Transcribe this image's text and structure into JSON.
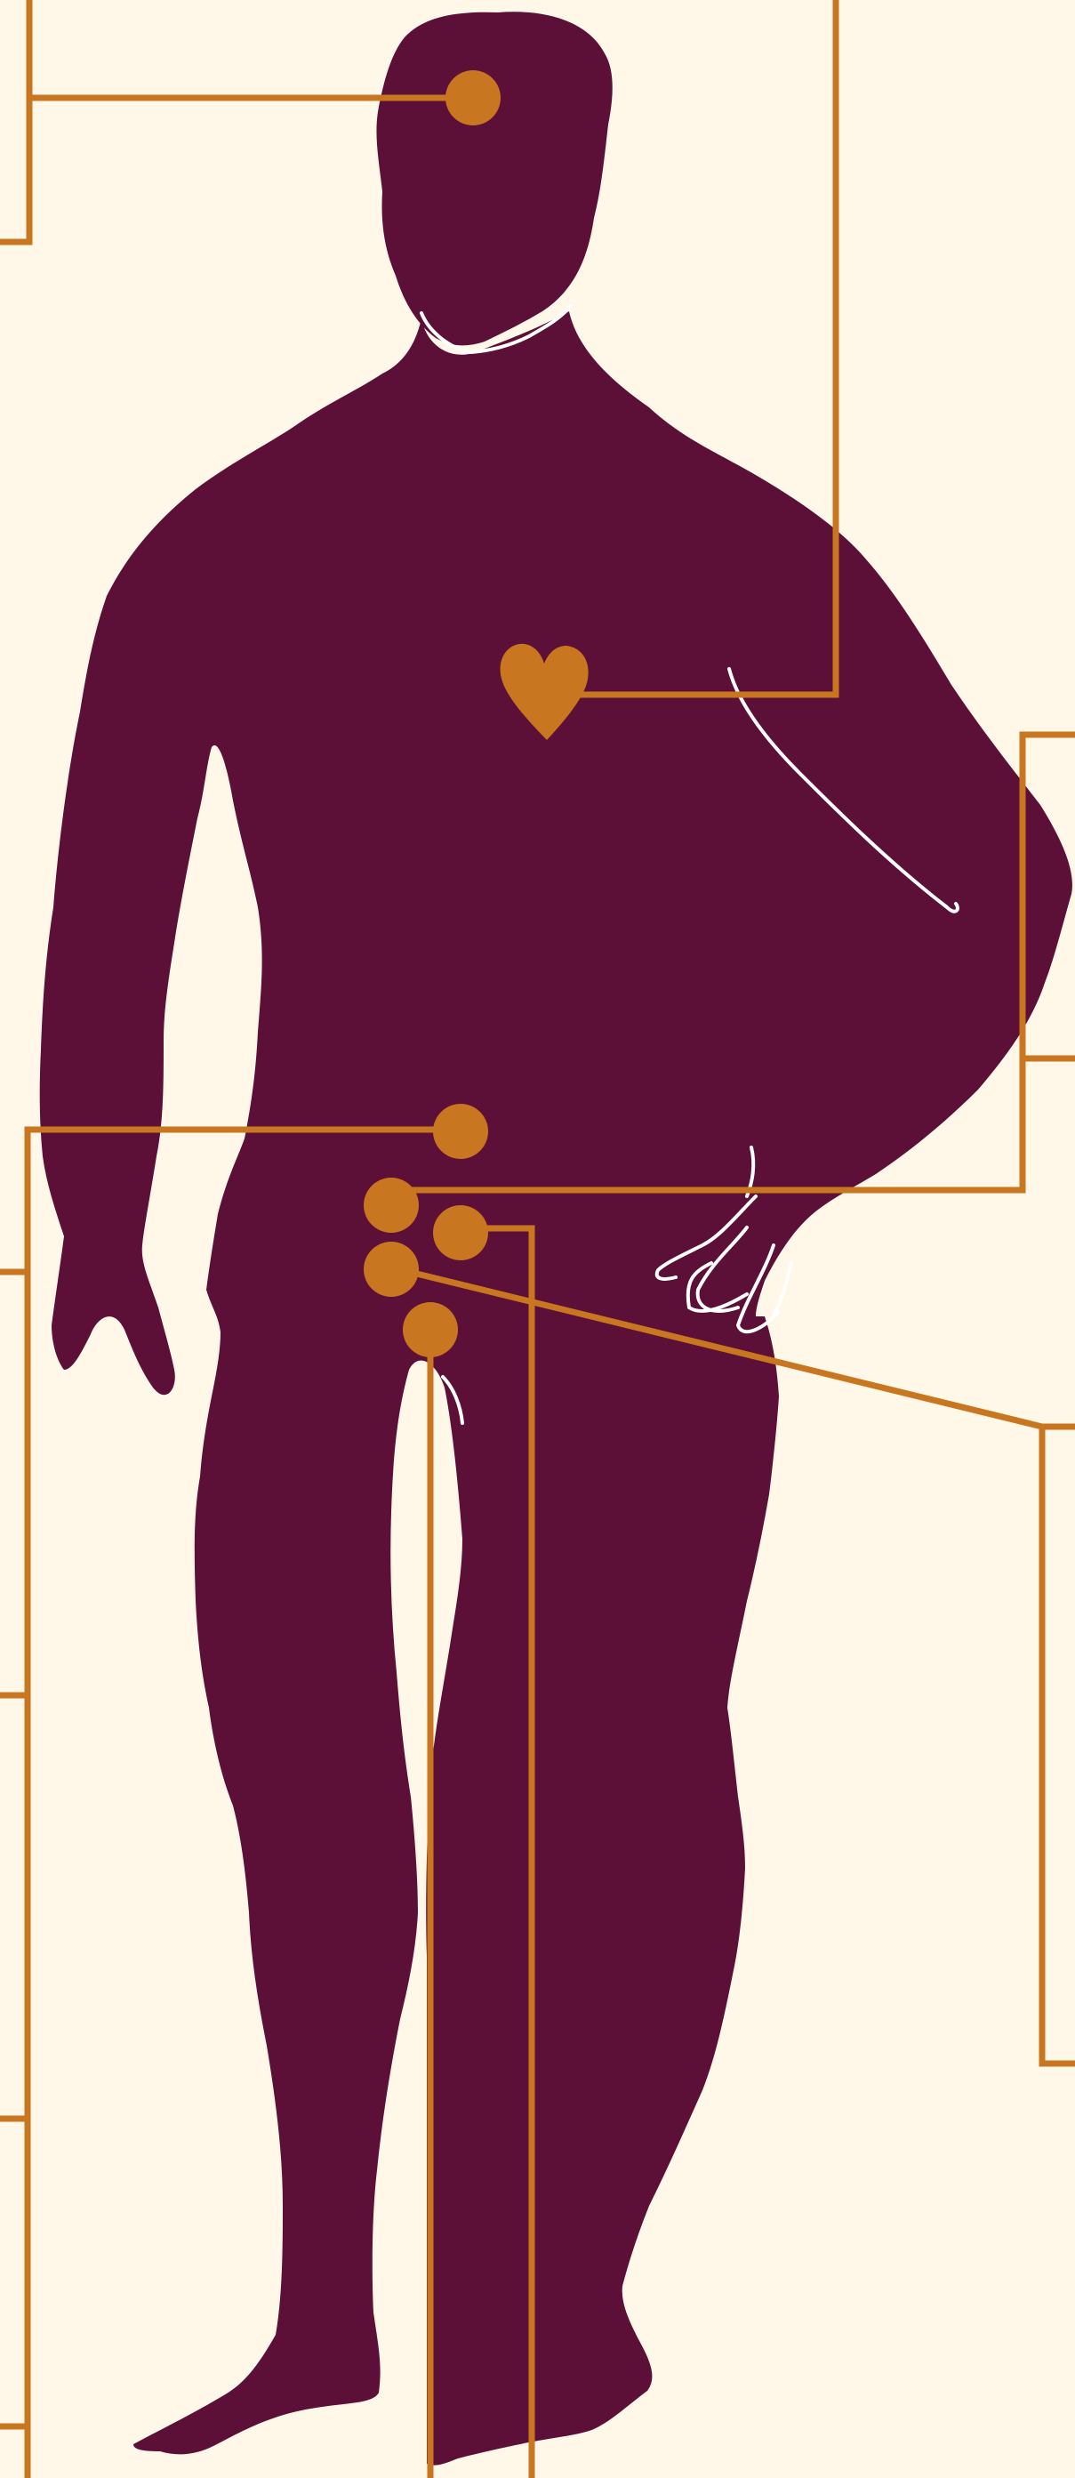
{
  "colors": {
    "background": "#fff8e8",
    "figure": "#5c0f37",
    "accent": "#c87720",
    "outline": "#ffffff"
  },
  "figure": {
    "name": "human-figure-silhouette",
    "markers": [
      "head-marker",
      "heart-marker",
      "abdomen-marker",
      "pelvis-marker-left",
      "pelvis-marker-right",
      "groin-marker",
      "leg-marker"
    ]
  },
  "labels": []
}
